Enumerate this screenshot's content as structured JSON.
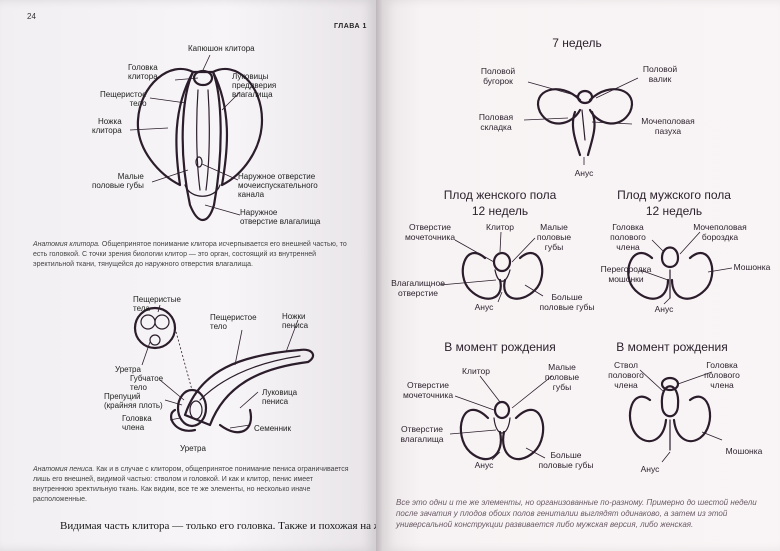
{
  "left_page": {
    "page_number": "24",
    "chapter": "ГЛАВА 1",
    "clitoris_labels": {
      "hood": "Капюшон клитора",
      "glans": "Головка\nклитора",
      "cavernous": "Пещеристое\nтело",
      "crura": "Ножка\nклитора",
      "bulbs": "Луковицы\nпреддверия\nвлагалища",
      "labia_minora": "Малые\nполовые губы",
      "urethral_opening": "Наружное отверстие\nмочеиспускательного\nканала",
      "vaginal_opening": "Наружное\nотверстие влагалища"
    },
    "clitoris_caption_title": "Анатомия клитора.",
    "clitoris_caption_text": " Общепринятое понимание клитора исчерпывается его внешней частью, то есть головкой. С точки зрения биологии клитор — это орган, состоящий из внутренней эректильной ткани, тянущейся до наружного отверстия влагалища.",
    "penis_labels": {
      "cavernous": "Пещеристые\nтела",
      "cavernous_single": "Пещеристое\nтело",
      "crura": "Ножки\nпениса",
      "urethra_top": "Уретра",
      "spongy": "Губчатое\nтело",
      "prepuce": "Препуций\n(крайняя плоть)",
      "glans": "Головка\nчлена",
      "bulb": "Луковица\nпениса",
      "testis": "Семенник",
      "urethra_bottom": "Уретра"
    },
    "penis_caption_title": "Анатомия пениса.",
    "penis_caption_text": " Как и в случае с клитором, общепринятое понимание пениса ограничивается лишь его внешней, видимой частью: стволом и головкой. И как и клитор, пенис имеет внутреннюю эректильную ткань. Как видим, все те же элементы, но несколько иначе расположенные.",
    "body_text": "Видимая часть клитора — только его головка. Также и похожая на же-"
  },
  "right_page": {
    "week7": {
      "title": "7 недель",
      "genital_tubercle": "Половой\nбугорок",
      "genital_swelling": "Половой\nвалик",
      "genital_fold": "Половая\nскладка",
      "urogenital_sinus": "Мочеполовая\nпазуха",
      "anus": "Анус"
    },
    "female12": {
      "title1": "Плод женского пола",
      "title2": "12 недель",
      "urethral_opening": "Отверстие\nмочеточника",
      "clitoris": "Клитор",
      "labia_minora": "Малые\nполовые\nгубы",
      "vaginal_opening": "Влагалищное\nотверстие",
      "anus": "Анус",
      "labia_majora": "Больше\nполовые губы"
    },
    "male12": {
      "title1": "Плод мужского пола",
      "title2": "12 недель",
      "glans": "Головка\nполового\nчлена",
      "urogenital_groove": "Мочеполовая\nбороздка",
      "septum": "Перегородка\nмошонки",
      "scrotum": "Мошонка",
      "anus": "Анус"
    },
    "female_birth": {
      "title": "В момент рождения",
      "urethral_opening": "Отверстие\nмочеточника",
      "clitoris": "Клитор",
      "labia_minora": "Малые\nполовые\nгубы",
      "vaginal_opening": "Отверстие\nвлагалища",
      "anus": "Анус",
      "labia_majora": "Больше\nполовые губы"
    },
    "male_birth": {
      "title": "В момент рождения",
      "shaft": "Ствол\nполового\nчлена",
      "glans": "Головка\nполового\nчлена",
      "scrotum": "Мошонка",
      "anus": "Анус"
    },
    "caption": "Все это одни и те же элементы, но организованные по-разному. Примерно до шестой недели после зачатия у плодов обоих полов гениталии выглядят одинаково, а затем из этой универсальной конструкции развивается либо мужская версия, либо женская."
  }
}
